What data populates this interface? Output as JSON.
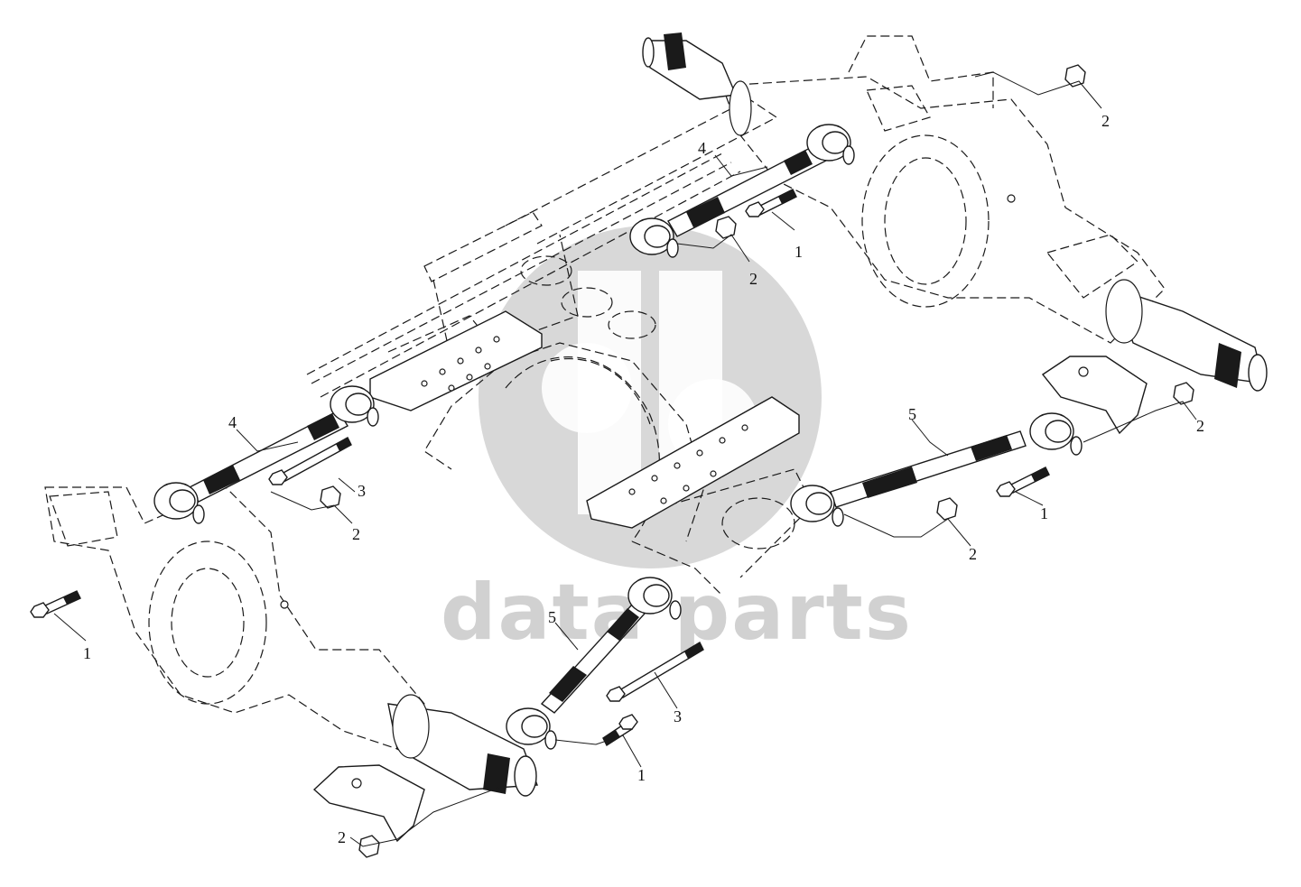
{
  "watermark": {
    "brand_text": "data parts",
    "logo_icon": "dp-logo-icon",
    "color": "#c9c9c9"
  },
  "callouts": [
    {
      "id": "c2-top-right",
      "label": "2"
    },
    {
      "id": "c4-top",
      "label": "4"
    },
    {
      "id": "c1-top",
      "label": "1"
    },
    {
      "id": "c2-top-mid",
      "label": "2"
    },
    {
      "id": "c4-left",
      "label": "4"
    },
    {
      "id": "c3-left",
      "label": "3"
    },
    {
      "id": "c2-left",
      "label": "2"
    },
    {
      "id": "c1-left",
      "label": "1"
    },
    {
      "id": "c5-right",
      "label": "5"
    },
    {
      "id": "c2-right",
      "label": "2"
    },
    {
      "id": "c1-right",
      "label": "1"
    },
    {
      "id": "c2-right-mid",
      "label": "2"
    },
    {
      "id": "c5-bottom",
      "label": "5"
    },
    {
      "id": "c3-bottom",
      "label": "3"
    },
    {
      "id": "c1-bottom",
      "label": "1"
    },
    {
      "id": "c2-bottom",
      "label": "2"
    }
  ]
}
